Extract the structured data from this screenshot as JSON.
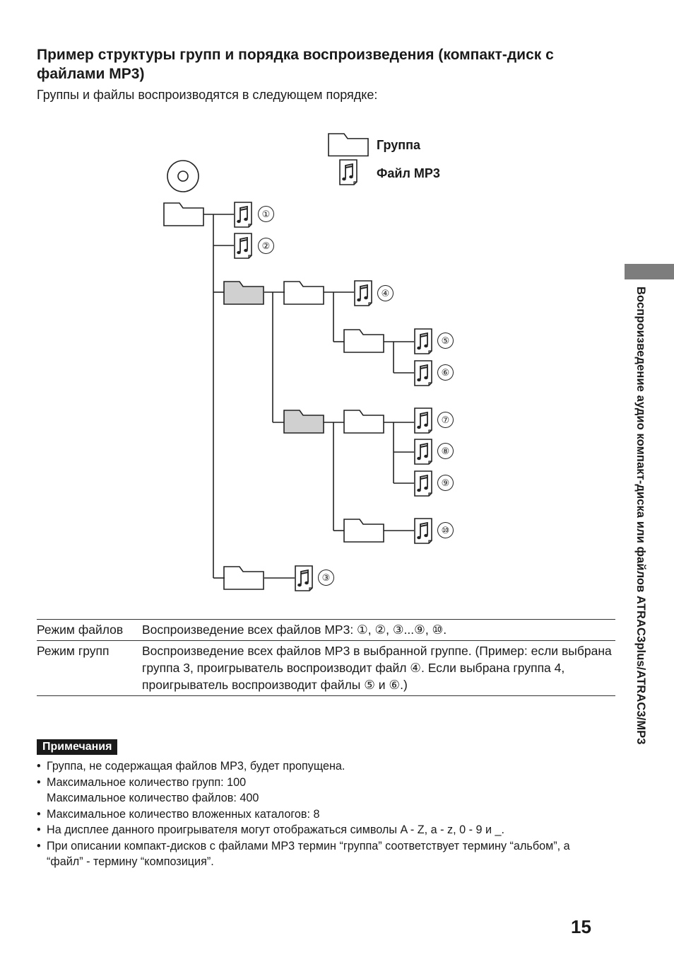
{
  "heading": "Пример структуры групп и порядка воспроизведения (компакт-диск с файлами MP3)",
  "intro": "Группы и файлы воспроизводятся в следующем порядке:",
  "legend": {
    "group_label": "Группа",
    "file_label": "Файл MP3",
    "group_icon": "folder-icon",
    "file_icon": "music-note-file-icon",
    "disc_icon": "disc-icon"
  },
  "track_numbers": [
    "①",
    "②",
    "④",
    "⑤",
    "⑥",
    "⑦",
    "⑧",
    "⑨",
    "⑩",
    "③"
  ],
  "modes": [
    {
      "name": "Режим файлов",
      "description": "Воспроизведение всех файлов MP3: ①, ②, ③...⑨, ⑩."
    },
    {
      "name": "Режим групп",
      "description": "Воспроизведение всех файлов MP3 в выбранной группе. (Пример: если выбрана группа 3, проигрыватель воспроизводит файл ④. Если выбрана группа 4, проигрыватель воспроизводит файлы ⑤ и ⑥.)"
    }
  ],
  "notes": {
    "title": "Примечания",
    "items": [
      {
        "text": "Группа, не содержащая файлов MP3, будет пропущена."
      },
      {
        "text": "Максимальное количество групп: 100",
        "cont": "Максимальное количество файлов: 400"
      },
      {
        "text": "Максимальное количество вложенных каталогов: 8"
      },
      {
        "text": "На дисплее данного проигрывателя могут отображаться символы A - Z, a - z, 0 - 9 и _."
      },
      {
        "text": "При описании компакт-дисков с файлами MP3 термин “группа” соответствует термину “альбом”, а “файл” - термину “композиция”."
      }
    ]
  },
  "side_title": "Воспроизведение аудио компакт-диска или файлов ATRAC3plus/ATRAC3/MP3",
  "page_number": "15",
  "colors": {
    "highlight_folder": "#d0d0d0",
    "side_tab": "#7d7d7d",
    "badge": "#1a1a1a"
  }
}
